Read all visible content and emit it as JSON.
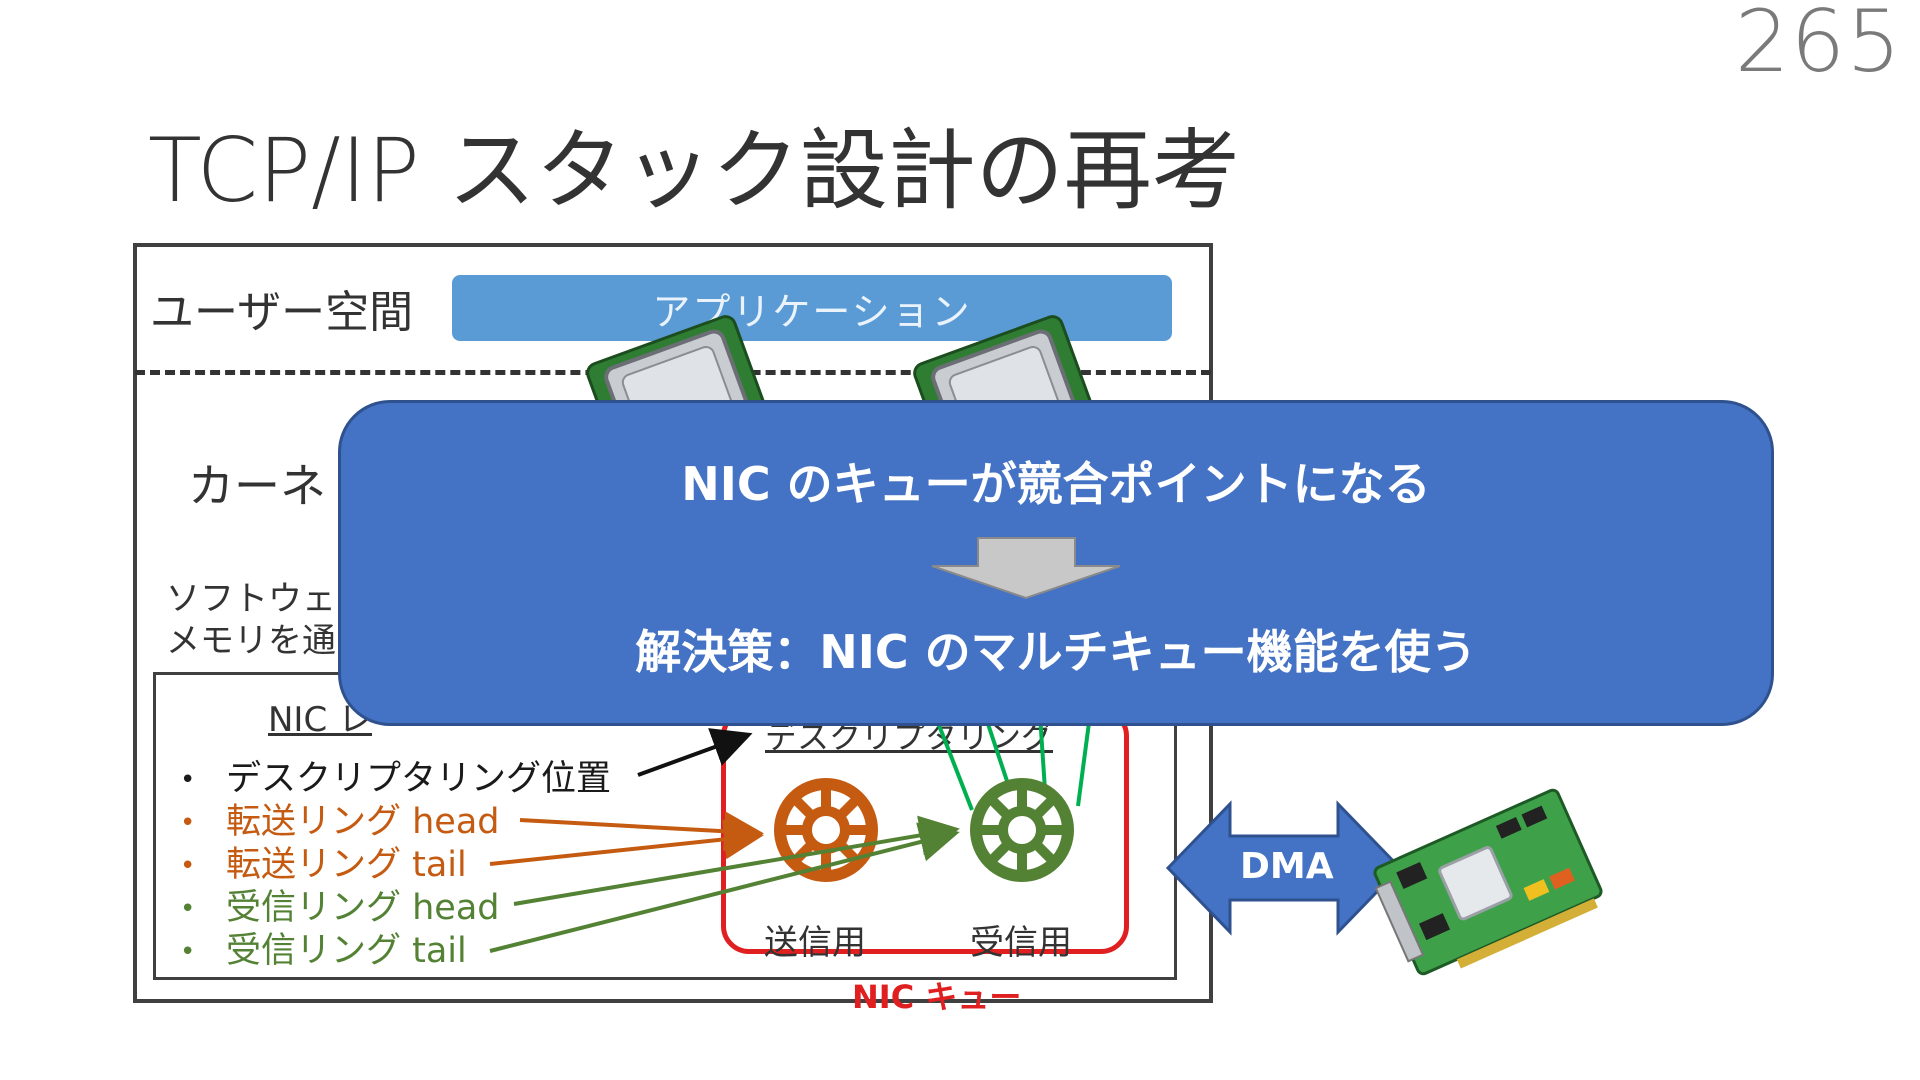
{
  "slide": {
    "page_number": "265",
    "title": "TCP/IP スタック設計の再考"
  },
  "diagram": {
    "user_space_label": "ユーザー空間",
    "application_label": "アプリケーション",
    "kernel_label_visible": "カーネ",
    "software_note_line1": "ソフトウェ",
    "software_note_line2": "メモリを通",
    "nic_register_heading_visible": "NIC レ",
    "register_items": [
      {
        "label": "デスクリプタリング位置",
        "color": "#1a1a1a"
      },
      {
        "label": "転送リング head",
        "color": "#c55a11"
      },
      {
        "label": "転送リング tail",
        "color": "#c55a11"
      },
      {
        "label": "受信リング head",
        "color": "#548235"
      },
      {
        "label": "受信リング tail",
        "color": "#548235"
      }
    ],
    "bullet": "•",
    "descriptor_ring_heading_visible": "デスクリプタリング",
    "tx_ring_label": "送信用",
    "rx_ring_label": "受信用",
    "nic_queue_label": "NIC キュー",
    "dma_label": "DMA",
    "colors": {
      "tx_ring": "#c55a11",
      "rx_ring": "#548235",
      "cpu_link": "#00b050",
      "nic_queue_border": "#e02020",
      "application_bar": "#5b9bd5"
    },
    "icons": [
      "cpu-chip-icon",
      "cpu-chip-icon",
      "nic-card-icon",
      "down-arrow-icon",
      "dma-double-arrow-icon"
    ]
  },
  "callout": {
    "problem": "NIC のキューが競合ポイントになる",
    "solution": "解決策：NIC のマルチキュー機能を使う",
    "background": "#4472c4"
  }
}
